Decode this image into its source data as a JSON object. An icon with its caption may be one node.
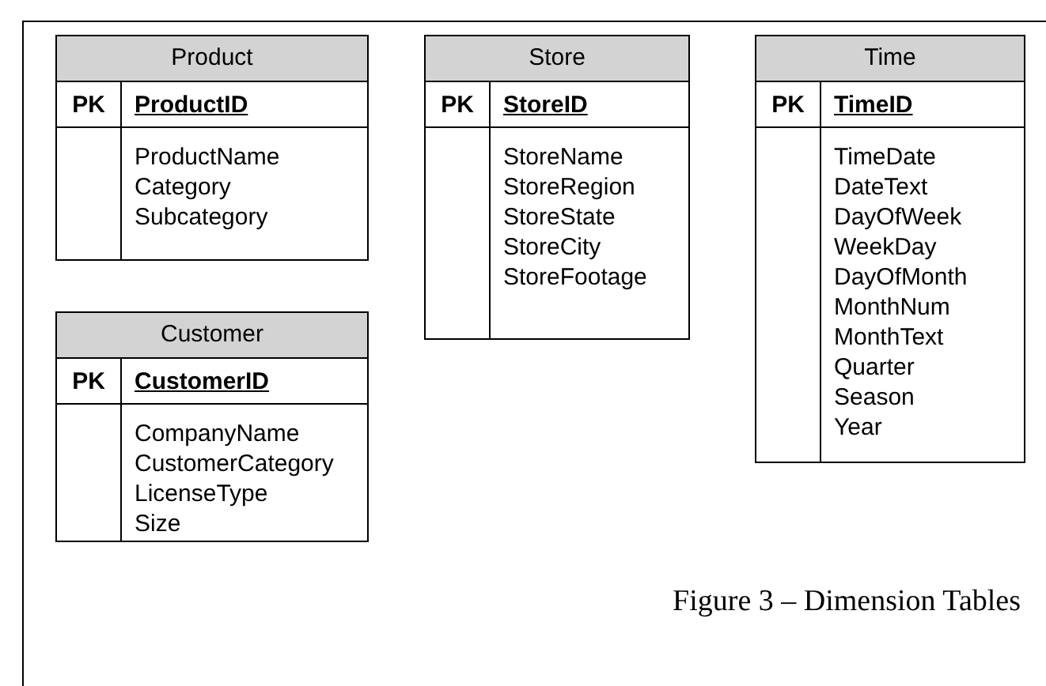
{
  "diagram": {
    "caption": "Figure 3 – Dimension Tables",
    "nodes": [
      {
        "text": [
          "Product",
          "PK",
          "ProductID",
          "ProductName",
          "Category",
          "Subcategory"
        ]
      },
      {
        "text": [
          "Store",
          "PK",
          "StoreID",
          "StoreName",
          "StoreRegion",
          "StoreState",
          "StoreCity",
          "StoreFootage"
        ]
      },
      {
        "text": [
          "Time",
          "PK",
          "TimeID",
          "TimeDate",
          "DateText",
          "DayOfWeek",
          "WeekDay",
          "DayOfMonth",
          "MonthNum",
          "MonthText",
          "Quarter",
          "Season",
          "Year"
        ]
      },
      {
        "text": [
          "Customer",
          "PK",
          "CustomerID",
          "CompanyName",
          "CustomerCategory",
          "LicenseType",
          "Size"
        ]
      }
    ],
    "edges": []
  }
}
